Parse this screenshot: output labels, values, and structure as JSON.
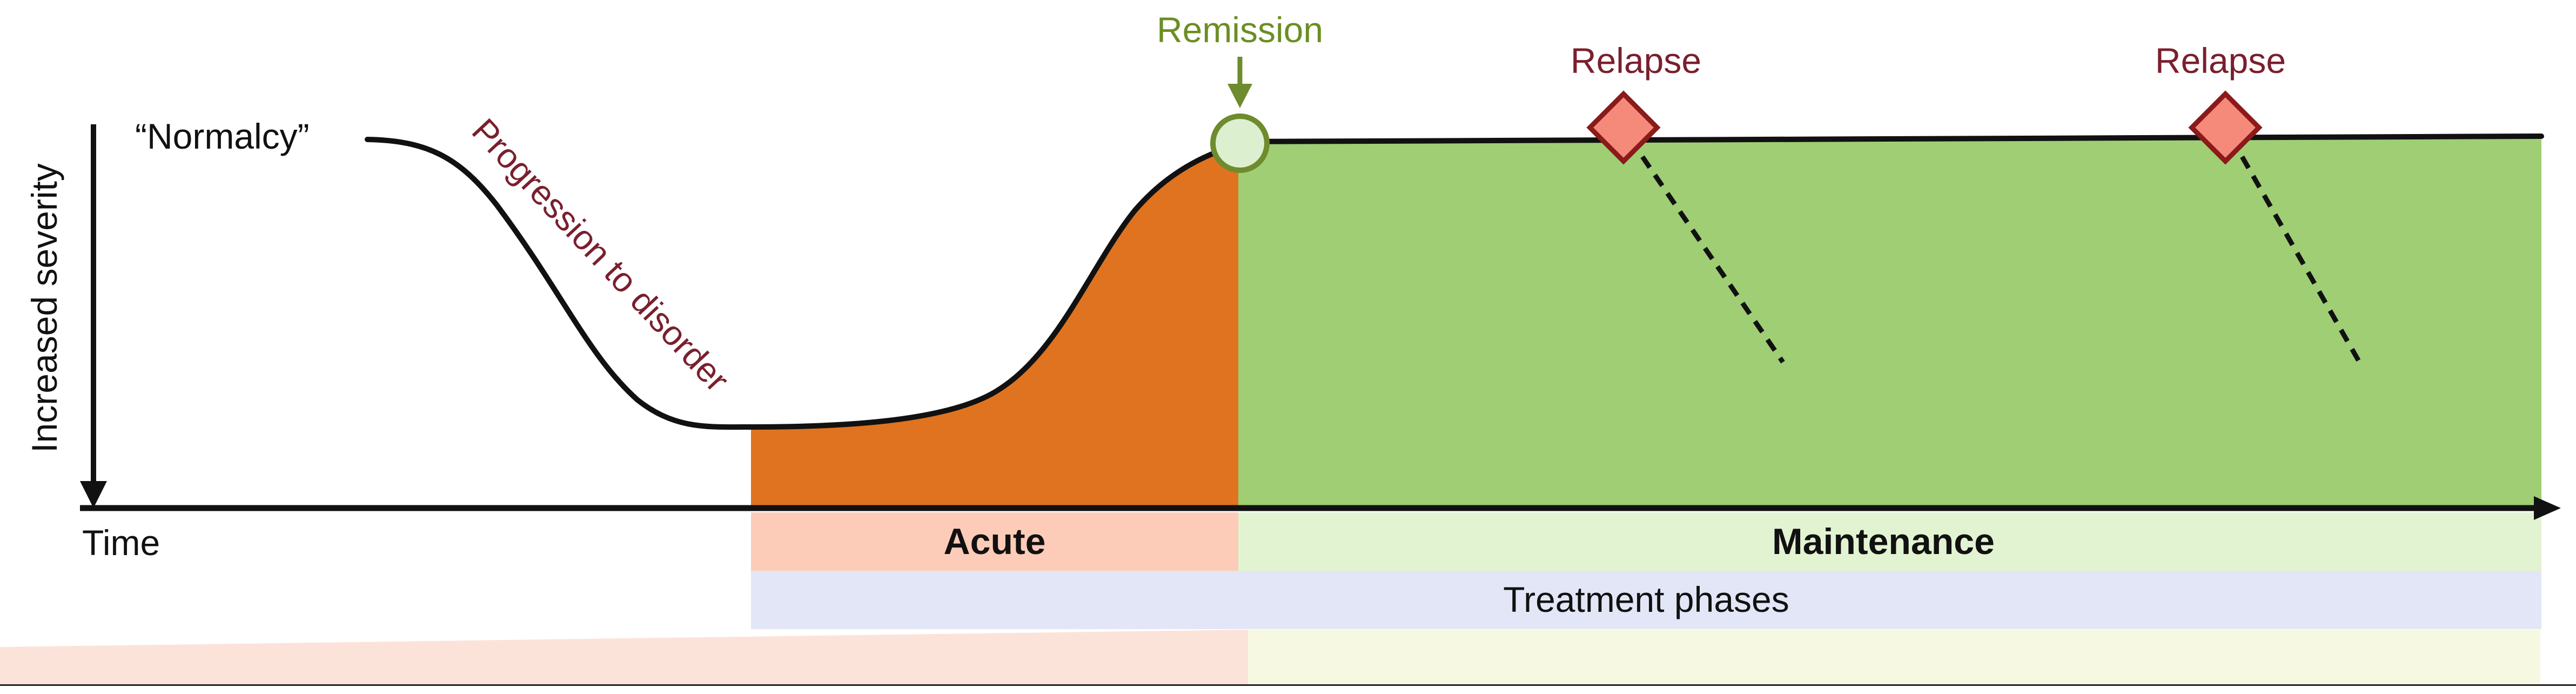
{
  "labels": {
    "normalcy": "“Normalcy”",
    "progression": "Progression to disorder",
    "remission": "Remission",
    "relapse_1": "Relapse",
    "relapse_2": "Relapse",
    "y_axis": "Increased severity",
    "x_axis": "Time",
    "acute": "Acute",
    "maintenance": "Maintenance",
    "treatment_phases": "Treatment phases"
  },
  "colors": {
    "acute_fill": "#E07320",
    "maintenance_fill": "#9FCE75",
    "acute_band": "#FCCCB8",
    "maintenance_band": "#E2F3D2",
    "treatment_band": "#E3E6F6",
    "bottom_left_band": "#FCE3D9",
    "bottom_right_band": "#F6F8E2",
    "curve": "#111111",
    "remission_text": "#6B8E23",
    "remission_marker_stroke": "#6E8B2E",
    "remission_marker_fill": "#DCEFCF",
    "relapse_text": "#7A1F2E",
    "relapse_marker_fill": "#F58A7A",
    "relapse_marker_stroke": "#8B1A1A",
    "progression_text": "#7A1F2E"
  },
  "icons": {
    "remission_arrow": "down-arrow-icon",
    "remission_marker": "circle-marker-icon",
    "relapse_marker": "diamond-marker-icon"
  }
}
